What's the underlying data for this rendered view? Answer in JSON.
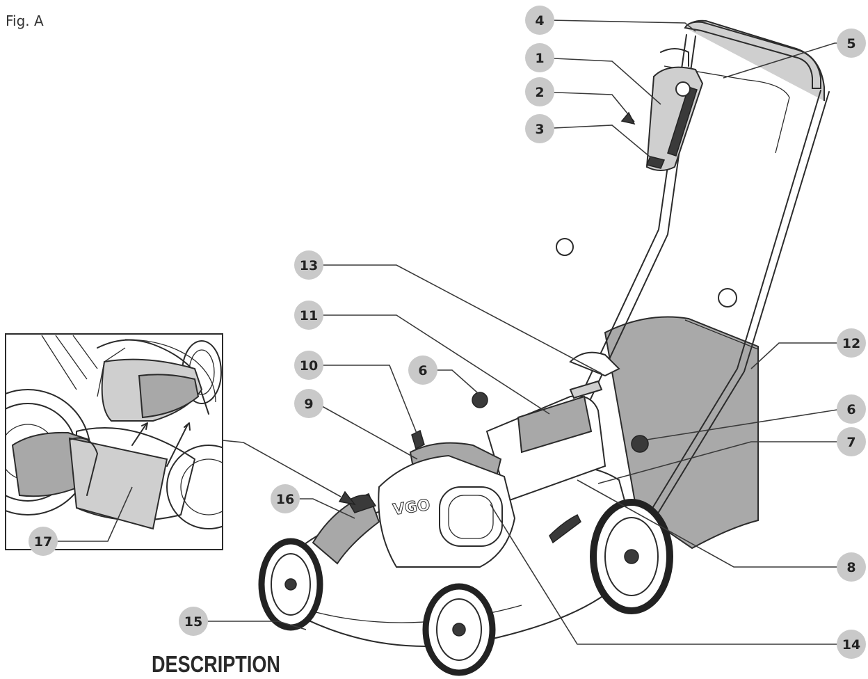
{
  "figure_label": "Fig. A",
  "heading": "DESCRIPTION",
  "brand_mark": "VGO",
  "callouts": [
    {
      "id": "c1",
      "label": "1"
    },
    {
      "id": "c2",
      "label": "2"
    },
    {
      "id": "c3",
      "label": "3"
    },
    {
      "id": "c4",
      "label": "4"
    },
    {
      "id": "c5",
      "label": "5"
    },
    {
      "id": "c6a",
      "label": "6"
    },
    {
      "id": "c6b",
      "label": "6"
    },
    {
      "id": "c7",
      "label": "7"
    },
    {
      "id": "c8",
      "label": "8"
    },
    {
      "id": "c9",
      "label": "9"
    },
    {
      "id": "c10",
      "label": "10"
    },
    {
      "id": "c11",
      "label": "11"
    },
    {
      "id": "c12",
      "label": "12"
    },
    {
      "id": "c13",
      "label": "13"
    },
    {
      "id": "c14",
      "label": "14"
    },
    {
      "id": "c15",
      "label": "15"
    },
    {
      "id": "c16",
      "label": "16"
    },
    {
      "id": "c17",
      "label": "17"
    }
  ]
}
